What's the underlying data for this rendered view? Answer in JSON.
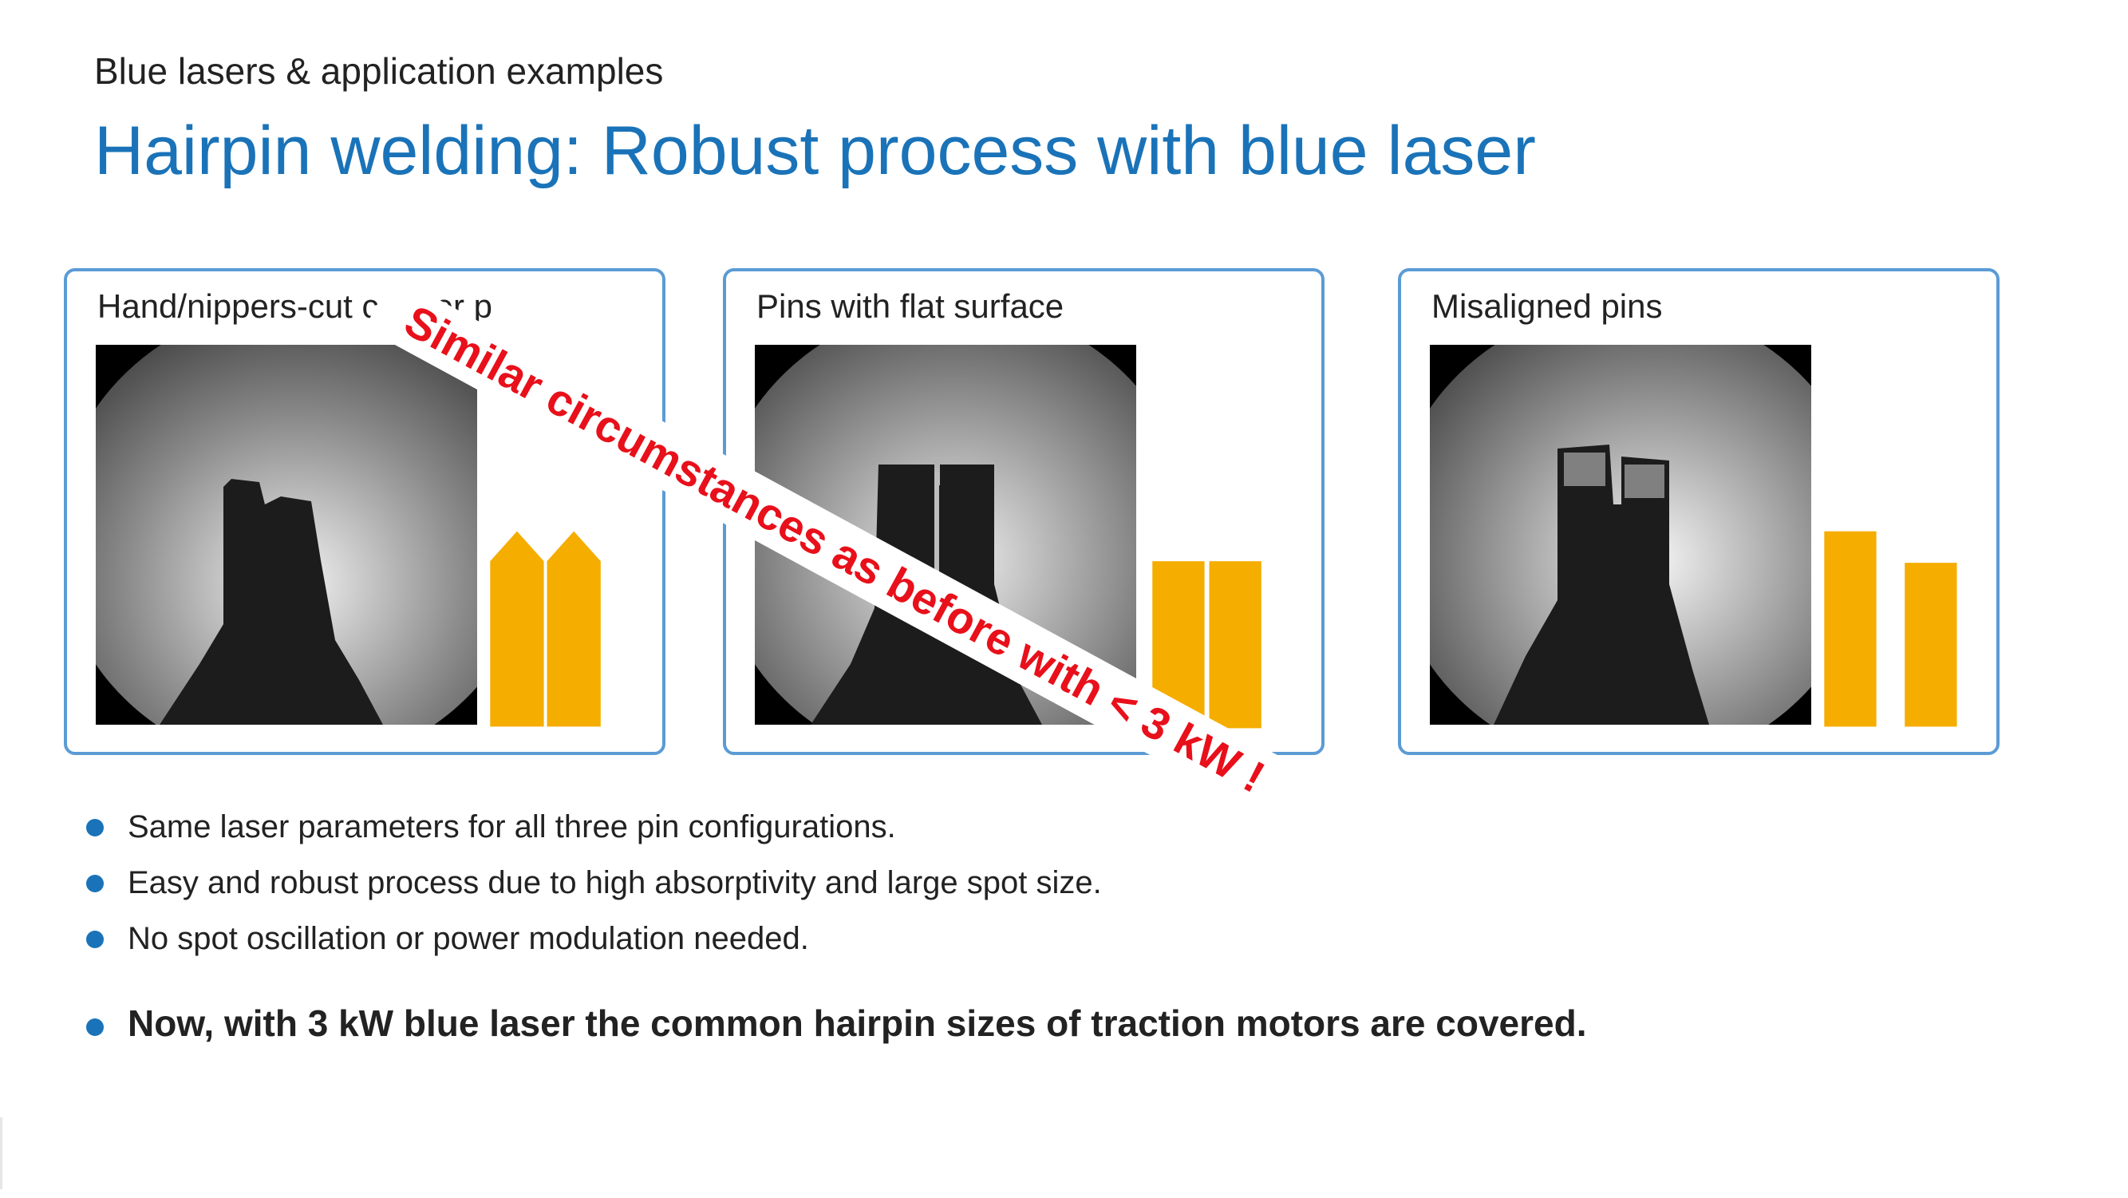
{
  "header": {
    "supertitle": "Blue lasers & application examples",
    "title": "Hairpin welding: Robust process with blue laser"
  },
  "panels": [
    {
      "label": "Hand/nippers-cut copper p",
      "bar_shape": "pointed",
      "bar_levels": [
        1,
        1
      ]
    },
    {
      "label": "Pins with flat surface",
      "bar_shape": "flat",
      "bar_levels": [
        1,
        1
      ]
    },
    {
      "label": "Misaligned pins",
      "bar_shape": "flat",
      "bar_levels": [
        1,
        0.83
      ]
    }
  ],
  "overlay": {
    "text": "Similar circumstances as before with < 3 kW !"
  },
  "bullets": [
    "Same laser parameters for all three pin configurations.",
    "Easy and robust process due to high absorptivity and large spot size.",
    "No spot oscillation or power modulation needed."
  ],
  "conclusion": "Now, with 3 kW blue laser the common hairpin sizes of traction motors are covered.",
  "colors": {
    "accent": "#1a73b8",
    "panel_border": "#5b9bd5",
    "bar": "#f5ad00",
    "overlay": "#e8101a"
  },
  "icons": {
    "bullet": "blue-dot-icon"
  }
}
